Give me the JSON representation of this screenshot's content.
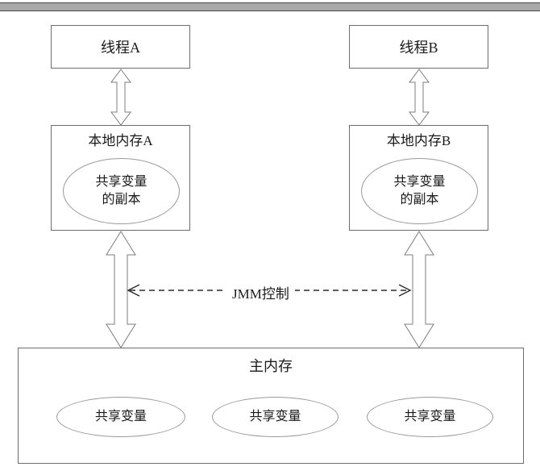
{
  "diagram": {
    "title_bar": {
      "visible": true,
      "color": "#a8a8a8"
    },
    "threads": [
      {
        "id": "thread-a",
        "label": "线程A"
      },
      {
        "id": "thread-b",
        "label": "线程B"
      }
    ],
    "local_memories": [
      {
        "id": "local-memory-a",
        "label": "本地内存A",
        "inner_ellipse": {
          "line1": "共享变量",
          "line2": "的副本"
        }
      },
      {
        "id": "local-memory-b",
        "label": "本地内存B",
        "inner_ellipse": {
          "line1": "共享变量",
          "line2": "的副本"
        }
      }
    ],
    "jmm_control": {
      "label": "JMM控制",
      "arrow_style": "dashed-bidirectional"
    },
    "main_memory": {
      "label": "主内存",
      "shared_variables": [
        {
          "label": "共享变量"
        },
        {
          "label": "共享变量"
        },
        {
          "label": "共享变量"
        }
      ]
    },
    "connectors": [
      {
        "id": "thread-a-to-local-a",
        "style": "hollow-bidirectional"
      },
      {
        "id": "thread-b-to-local-b",
        "style": "hollow-bidirectional"
      },
      {
        "id": "local-a-to-main",
        "style": "hollow-bidirectional"
      },
      {
        "id": "local-b-to-main",
        "style": "hollow-bidirectional"
      }
    ],
    "colors": {
      "stroke": "#6d6d6d",
      "arrow_stroke": "#7d7d7d",
      "ellipse_stroke": "#9a9a9a",
      "text": "#1a1a1a",
      "topbar": "#a8a8a8"
    }
  }
}
